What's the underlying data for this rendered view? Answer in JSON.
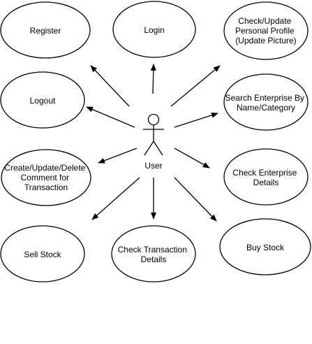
{
  "actor": {
    "label": "User"
  },
  "use_cases": [
    {
      "id": "register",
      "lines": [
        "Register"
      ]
    },
    {
      "id": "login",
      "lines": [
        "Login"
      ]
    },
    {
      "id": "profile",
      "lines": [
        "Check/Update",
        "Personal Profile",
        "(Update Picture)"
      ]
    },
    {
      "id": "logout",
      "lines": [
        "Logout"
      ]
    },
    {
      "id": "search",
      "lines": [
        "Search Enterprise By",
        "Name/Category"
      ]
    },
    {
      "id": "comment",
      "lines": [
        "Create/Update/Delete",
        "Comment for",
        "Transaction"
      ]
    },
    {
      "id": "enterprise-details",
      "lines": [
        "Check Enterprise",
        "Details"
      ]
    },
    {
      "id": "sell",
      "lines": [
        "Sell Stock"
      ]
    },
    {
      "id": "transaction-details",
      "lines": [
        "Check Transaction",
        "Details"
      ]
    },
    {
      "id": "buy",
      "lines": [
        "Buy Stock"
      ]
    }
  ]
}
